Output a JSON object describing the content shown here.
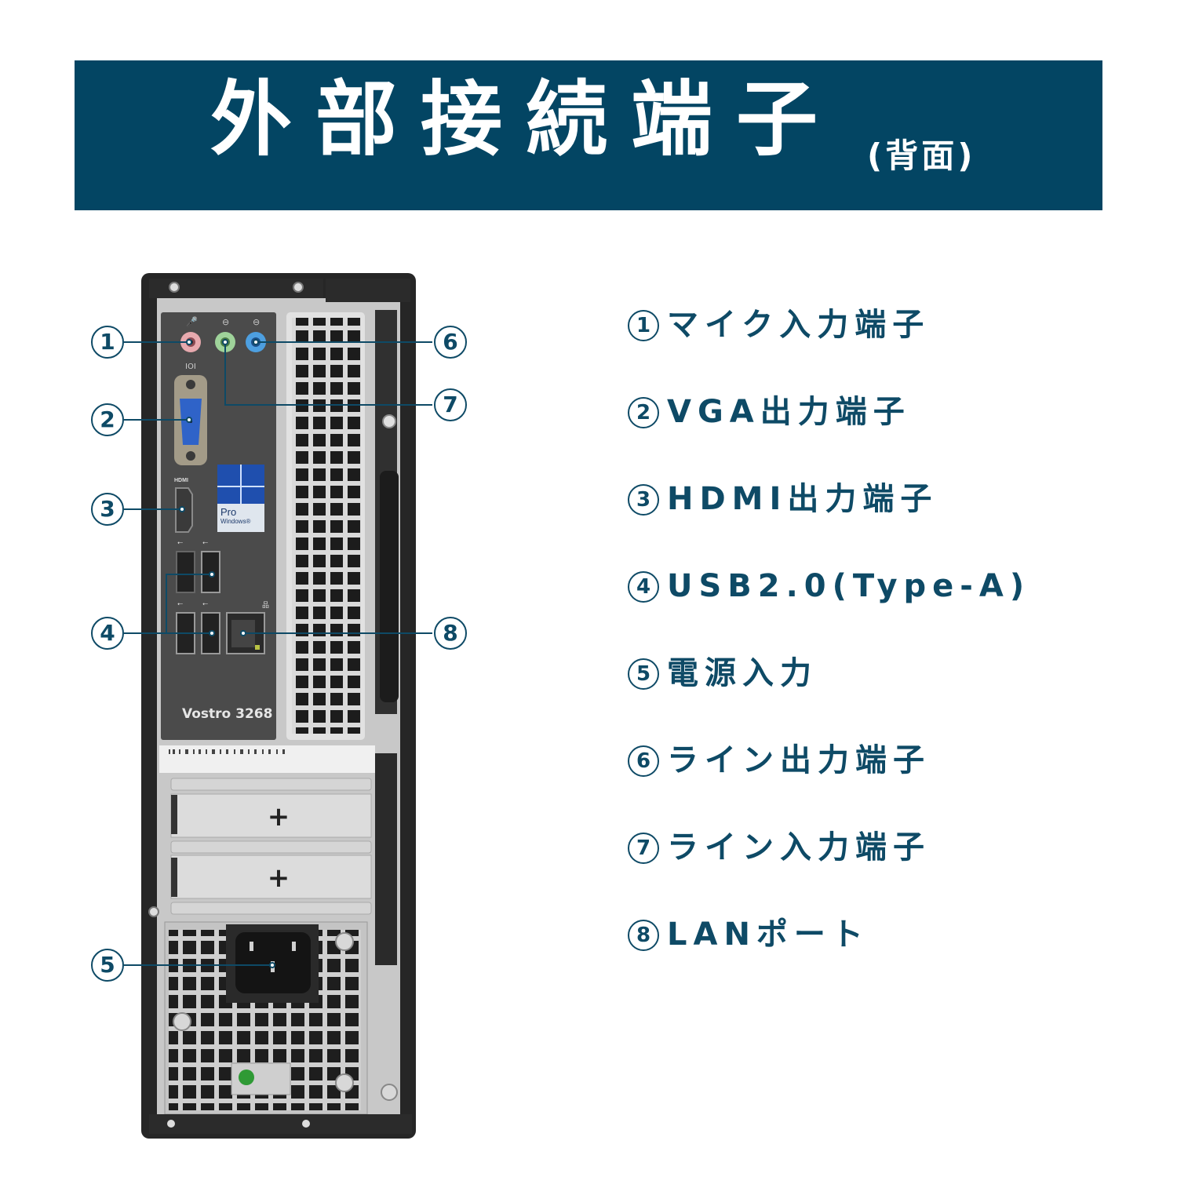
{
  "banner": {
    "title": "外部接続端子",
    "subtitle": "(背面)",
    "bg_color": "#034563"
  },
  "product": {
    "model_label": "Vostro 3268",
    "os_badge": {
      "line1": "Pro",
      "line2": "Windows®"
    },
    "port_marks": {
      "hdmi": "HDMI"
    }
  },
  "callouts": [
    {
      "num": "①",
      "side": "left"
    },
    {
      "num": "②",
      "side": "left"
    },
    {
      "num": "③",
      "side": "left"
    },
    {
      "num": "④",
      "side": "left"
    },
    {
      "num": "⑤",
      "side": "left"
    },
    {
      "num": "⑥",
      "side": "right"
    },
    {
      "num": "⑦",
      "side": "right"
    },
    {
      "num": "⑧",
      "side": "right"
    }
  ],
  "legend": [
    {
      "num": "1",
      "label": "マイク入力端子"
    },
    {
      "num": "2",
      "label": "VGA出力端子"
    },
    {
      "num": "3",
      "label": "HDMI出力端子"
    },
    {
      "num": "4",
      "label": "USB2.0(Type-A)"
    },
    {
      "num": "5",
      "label": "電源入力"
    },
    {
      "num": "6",
      "label": "ライン出力端子"
    },
    {
      "num": "7",
      "label": "ライン入力端子"
    },
    {
      "num": "8",
      "label": "LANポート"
    }
  ],
  "colors": {
    "accent": "#0e4a66",
    "mic_jack": "#e7a9ae",
    "line_in_jack": "#9fd39a",
    "line_out_jack": "#4d9fe0",
    "vga_blue": "#2f63c8",
    "power_led": "#2f9a35"
  }
}
